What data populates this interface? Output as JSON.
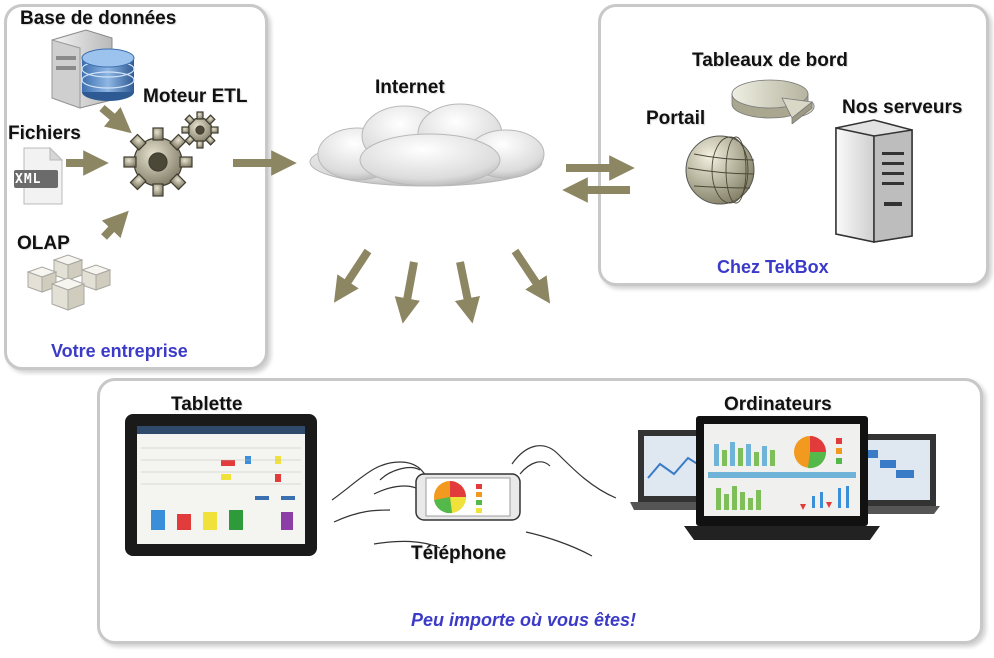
{
  "enterprise": {
    "caption": "Votre entreprise",
    "database_label": "Base de données",
    "files_label": "Fichiers",
    "xml_text": "XML",
    "olap_label": "OLAP",
    "etl_label": "Moteur ETL"
  },
  "internet": {
    "label": "Internet"
  },
  "tekbox": {
    "caption": "Chez TekBox",
    "dashboards_label": "Tableaux de bord",
    "portal_label": "Portail",
    "servers_label": "Nos serveurs"
  },
  "devices": {
    "tablet_label": "Tablette",
    "phone_label": "Téléphone",
    "computers_label": "Ordinateurs",
    "caption": "Peu importe où vous êtes!"
  },
  "colors": {
    "arrow": "#8c8662",
    "caption": "#3b3bc8",
    "panel_border": "#c8c8c8"
  }
}
